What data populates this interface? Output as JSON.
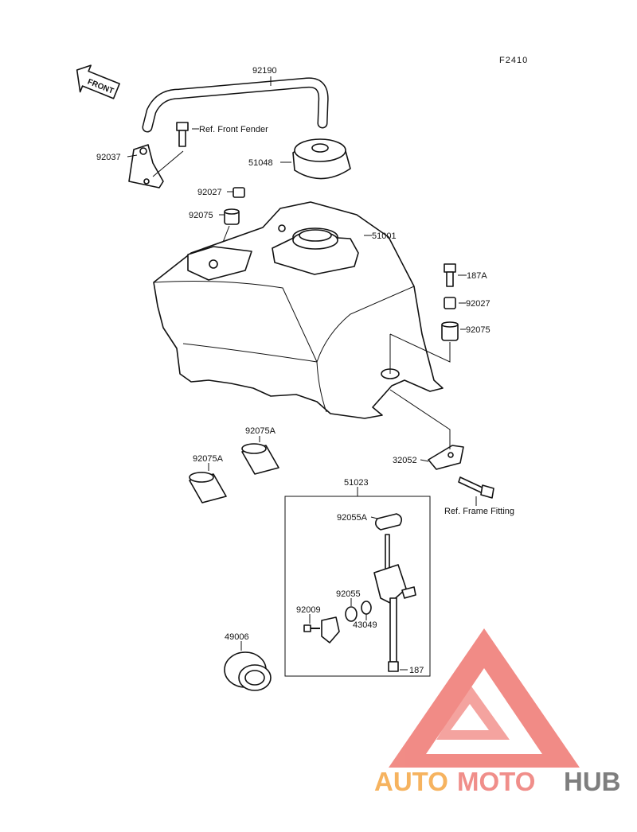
{
  "figure_code": "F2410",
  "front_arrow": "FRONT",
  "labels": {
    "breather_hose": "92190",
    "bracket_left": "92037",
    "ref_front_fender": "Ref. Front Fender",
    "cap": "51048",
    "collar_top": "92027",
    "damper_top": "92075",
    "tank": "51001",
    "bolt_right": "187A",
    "collar_right": "92027",
    "damper_right": "92075",
    "damper_a1": "92075A",
    "damper_a2": "92075A",
    "bracket_right": "32052",
    "ref_frame_fitting": "Ref. Frame Fitting",
    "fuel_cock": "51023",
    "gasket": "92055A",
    "oring": "92055",
    "screw": "92009",
    "lever": "43049",
    "cup": "49006",
    "drain_bolt": "187"
  },
  "watermark": {
    "part1": "AUTO",
    "part2": "MOTO",
    "part3": "HUB",
    "colors": {
      "auto": "#f6b35f",
      "moto": "#f08e8a",
      "hub": "#7e7e7e",
      "logo": "#f07f79"
    }
  }
}
